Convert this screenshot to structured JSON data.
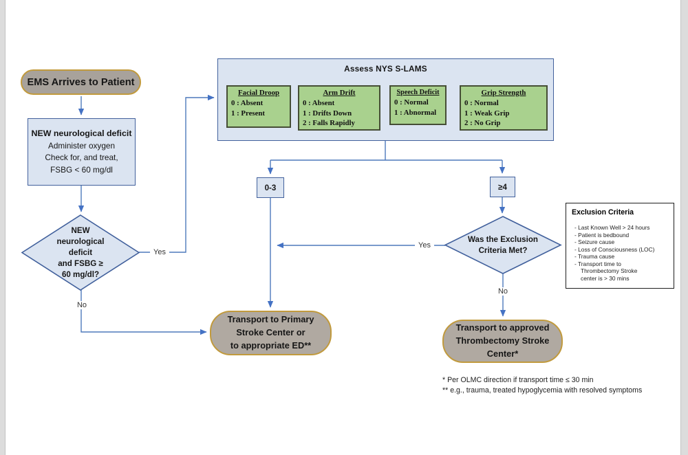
{
  "nodes": {
    "ems": {
      "label": "EMS Arrives to Patient"
    },
    "assessment": {
      "line1": "NEW neurological deficit",
      "line2": "Administer oxygen",
      "line3": "Check for, and treat,",
      "line4": "FSBG < 60 mg/dl"
    },
    "decision1": {
      "line1": "NEW",
      "line2": "neurological",
      "line3": "deficit",
      "line4": "and FSBG ≥",
      "line5": "60 mg/dl?"
    },
    "slams": {
      "title": "Assess NYS S-LAMS",
      "boxes": [
        {
          "title": "Facial Droop",
          "items": [
            "0 : Absent",
            "1 : Present"
          ]
        },
        {
          "title": "Arm Drift",
          "items": [
            "0 : Absent",
            "1 : Drifts Down",
            "2 : Falls Rapidly"
          ]
        },
        {
          "title": "Speech Deficit",
          "items": [
            "0 : Normal",
            "1 : Abnormal"
          ]
        },
        {
          "title": "Grip Strength",
          "items": [
            "0 : Normal",
            "1 : Weak Grip",
            "2 : No Grip"
          ]
        }
      ]
    },
    "score_low": "0-3",
    "score_high": "≥4",
    "decision2": {
      "line1": "Was the Exclusion",
      "line2": "Criteria Met?"
    },
    "exclusion": {
      "title": "Exclusion Criteria",
      "items": [
        "Last Known Well > 24 hours",
        "Patient is bedbound",
        "Seizure cause",
        "Loss of Consciousness (LOC)",
        "Trauma cause",
        "Transport time to\nThrombectomy Stroke\ncenter is > 30 mins"
      ]
    },
    "transport_primary": {
      "line1": "Transport to Primary",
      "line2": "Stroke Center or",
      "line3": "to appropriate ED**"
    },
    "transport_thrombectomy": {
      "line1": "Transport to approved",
      "line2": "Thrombectomy Stroke",
      "line3": "Center*"
    }
  },
  "labels": {
    "yes1": "Yes",
    "no1": "No",
    "yes2": "Yes",
    "no2": "No"
  },
  "footnotes": {
    "line1": "* Per OLMC direction if transport time ≤ 30 min",
    "line2": "** e.g., trauma, treated hypoglycemia with resolved symptoms"
  },
  "colors": {
    "line_blue": "#4d79bb",
    "box_blue_fill": "#dbe4f1",
    "box_blue_border": "#41609c",
    "green_fill": "#a9d18e",
    "pill_gray": "#a8a29b",
    "pill_gold_border": "#c19a3d"
  }
}
